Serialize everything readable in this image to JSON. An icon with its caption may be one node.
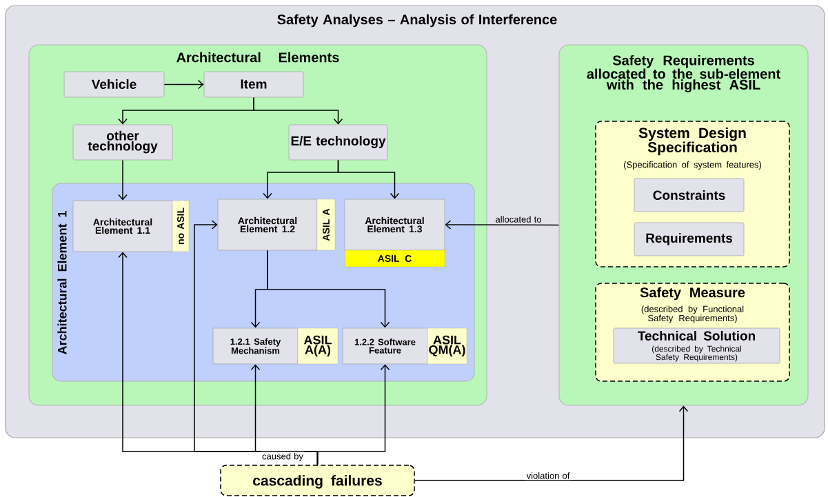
{
  "diagram": {
    "title": "Safety Analyses – Analysis of Interference",
    "nodes": [
      {
        "text": [
          "Architectural Elements"
        ]
      },
      {
        "text": [
          "Vehicle"
        ],
        "in": 0
      },
      {
        "text": [
          "Item"
        ],
        "in": 0
      },
      {
        "text": [
          "other technology"
        ],
        "in": 0
      },
      {
        "text": [
          "E/E technology"
        ],
        "in": 0
      },
      {
        "text": [
          "Architectural Element 1"
        ],
        "in": 0
      },
      {
        "text": [
          "Architectural Element 1.1",
          "no ASIL"
        ],
        "in": 5
      },
      {
        "text": [
          "Architectural Element 1.2",
          "ASIL A"
        ],
        "in": 5
      },
      {
        "text": [
          "Architectural Element 1.3",
          "ASIL C"
        ],
        "in": 5
      },
      {
        "text": [
          "1.2.1 Safety Mechanism",
          "ASIL A(A)"
        ],
        "in": 5
      },
      {
        "text": [
          "1.2.2 Software Feature",
          "ASIL QM(A)"
        ],
        "in": 5
      },
      {
        "text": [
          "Safety Requirements allocated to the sub-element with the highest ASIL"
        ]
      },
      {
        "text": [
          "System Design Specification",
          "(Specification of system features)"
        ],
        "in": 11
      },
      {
        "text": [
          "Constraints"
        ],
        "in": 12
      },
      {
        "text": [
          "Requirements"
        ],
        "in": 12
      },
      {
        "text": [
          "Safety Measure",
          "(described by Functional Safety Requirements)"
        ],
        "in": 11
      },
      {
        "text": [
          "Technical Solution",
          "(described by Technical Safety Requirements)"
        ],
        "in": 15
      },
      {
        "text": [
          "cascading failures"
        ]
      }
    ],
    "edges": [
      {
        "from": 1,
        "to": 2,
        "arrow": "to"
      },
      {
        "from": 2,
        "to": 3,
        "arrow": "to"
      },
      {
        "from": 2,
        "to": 4,
        "arrow": "to"
      },
      {
        "from": 3,
        "to": 6,
        "arrow": "to"
      },
      {
        "from": 4,
        "to": 7,
        "arrow": "to"
      },
      {
        "from": 4,
        "to": 8,
        "arrow": "to"
      },
      {
        "from": 7,
        "to": 9,
        "arrow": "to"
      },
      {
        "from": 7,
        "to": 10,
        "arrow": "to"
      },
      {
        "from": 11,
        "to": 8,
        "arrow": "to",
        "label": "allocated to"
      },
      {
        "from": 17,
        "to": 6,
        "arrow": "to",
        "label": "caused by"
      },
      {
        "from": 17,
        "to": 7,
        "arrow": "to"
      },
      {
        "from": 17,
        "to": 9,
        "arrow": "to"
      },
      {
        "from": 17,
        "to": 10,
        "arrow": "to"
      },
      {
        "from": 17,
        "to": 11,
        "arrow": "to",
        "label": "violation of"
      }
    ]
  }
}
